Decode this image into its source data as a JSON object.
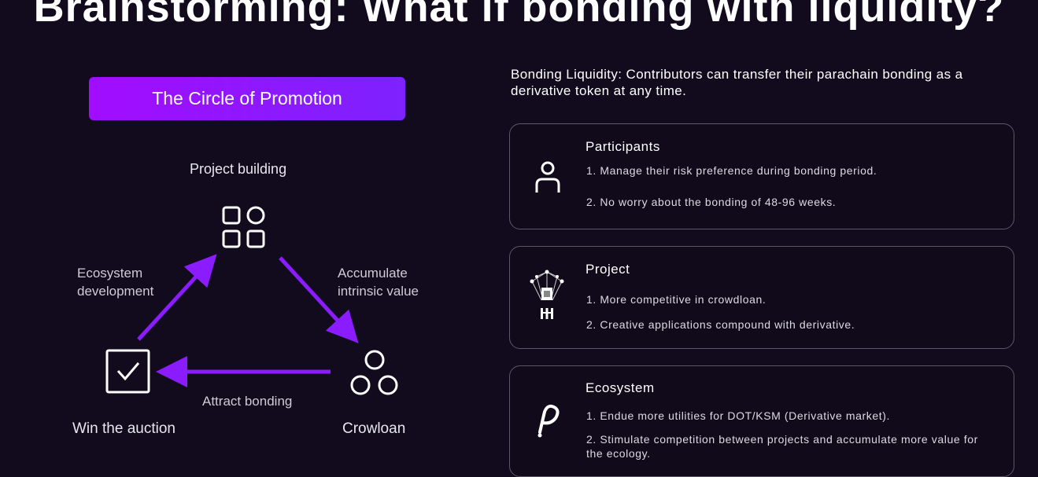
{
  "title": "Brainstorming: What if bonding with liquidity?",
  "diagram": {
    "button": "The Circle of Promotion",
    "top": "Project building",
    "left_edge": "Ecosystem\ndevelopment",
    "right_edge": "Accumulate\nintrinsic value",
    "bottom_edge": "Attract bonding",
    "bottom_left": "Win the auction",
    "bottom_right": "Crowloan"
  },
  "intro": "Bonding Liquidity: Contributors can transfer their parachain bonding as a derivative token at any time.",
  "cards": [
    {
      "title": "Participants",
      "items": [
        "1. Manage their risk preference during bonding period.",
        "2. No worry about the bonding of 48-96 weeks."
      ]
    },
    {
      "title": "Project",
      "items": [
        "1. More competitive in crowdloan.",
        "2. Creative applications compound with derivative."
      ]
    },
    {
      "title": "Ecosystem",
      "items": [
        "1. Endue more utilities for DOT/KSM (Derivative market).",
        "2. Stimulate competition between projects and accumulate more value for the ecology."
      ]
    }
  ],
  "colors": {
    "accent": "#8a1cff",
    "background": "#110b1d"
  }
}
